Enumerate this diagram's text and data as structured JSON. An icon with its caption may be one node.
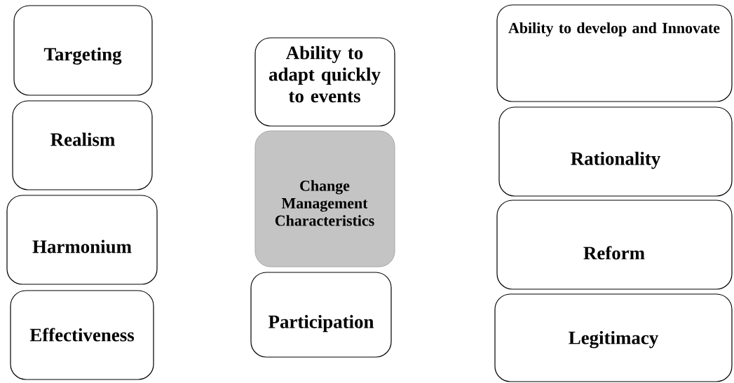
{
  "diagram": {
    "nodes": [
      {
        "text": [
          "Targeting"
        ]
      },
      {
        "text": [
          "Realism"
        ]
      },
      {
        "text": [
          "Harmonium"
        ]
      },
      {
        "text": [
          "Effectiveness"
        ]
      },
      {
        "text": [
          "Ability to adapt quickly to events"
        ]
      },
      {
        "text": [
          "Change Management Characteristics"
        ]
      },
      {
        "text": [
          "Participation"
        ]
      },
      {
        "text": [
          "Ability to develop and Innovate"
        ]
      },
      {
        "text": [
          "Rationality"
        ]
      },
      {
        "text": [
          "Reform"
        ]
      },
      {
        "text": [
          "Legitimacy"
        ]
      }
    ]
  }
}
